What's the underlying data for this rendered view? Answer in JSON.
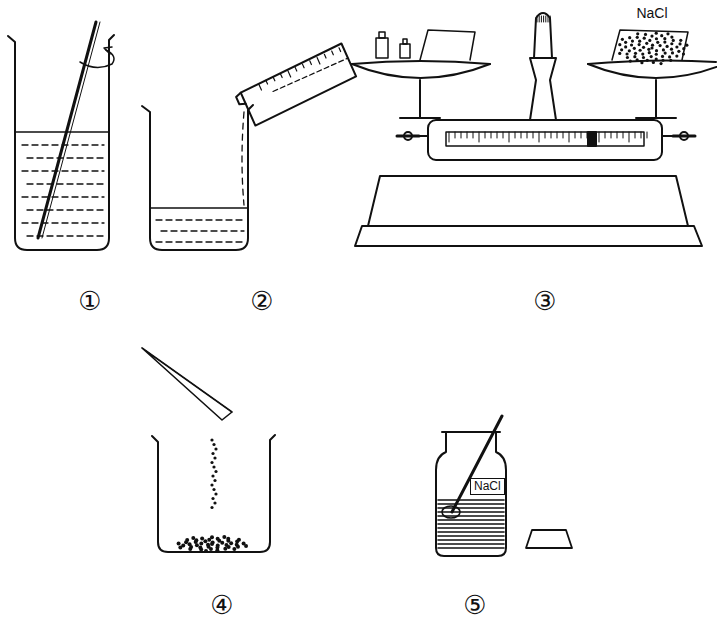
{
  "diagram": {
    "nodes": [
      {
        "text": [
          "NaCl"
        ]
      }
    ],
    "labels": [
      "NaCl",
      "①",
      "②",
      "③",
      "④",
      "⑤"
    ]
  }
}
